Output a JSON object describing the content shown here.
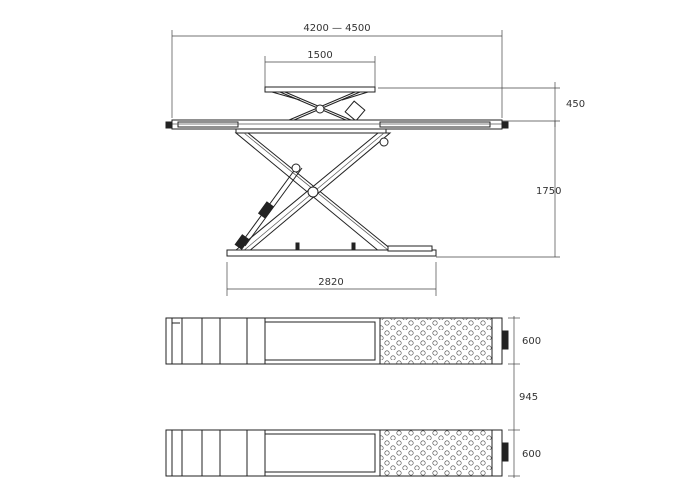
{
  "dimensions": {
    "overall_length": "4200 — 4500",
    "top_platform_width": "1500",
    "top_platform_height": "450",
    "lift_height": "1750",
    "base_length": "2820",
    "runway_width_top": "600",
    "runway_gap": "945",
    "runway_width_bottom": "600"
  },
  "colors": {
    "line": "#222222",
    "background": "#ffffff"
  }
}
